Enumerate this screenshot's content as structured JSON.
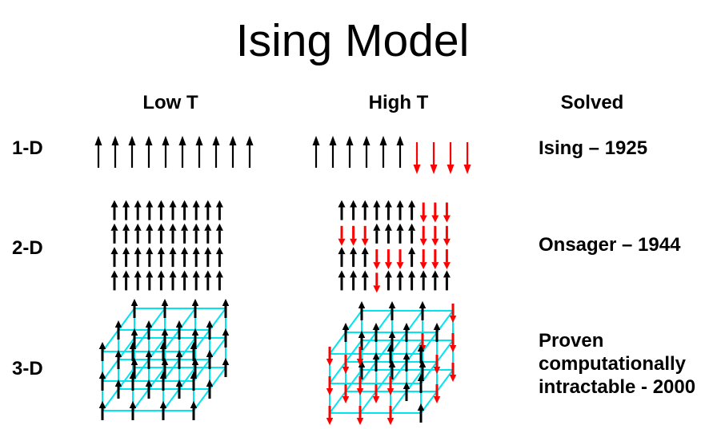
{
  "title": "Ising Model",
  "columns": {
    "low": "Low T",
    "high": "High T",
    "solved": "Solved"
  },
  "colors": {
    "spin_up": "#000000",
    "spin_down": "#ff0000",
    "lattice": "#00e5ee",
    "text": "#000000",
    "background": "#ffffff"
  },
  "legend": {
    "U": "black arrow pointing up (spin up)",
    "D": "red arrow pointing down (spin down)"
  },
  "rows": [
    {
      "label": "1-D",
      "solved": "Ising – 1925",
      "low": {
        "type": "1d",
        "pattern": "UUUUUUUUUU"
      },
      "high": {
        "type": "1d",
        "pattern": "UUUUUUDDDD"
      }
    },
    {
      "label": "2-D",
      "solved": "Onsager – 1944",
      "low": {
        "type": "2d",
        "rows": [
          "UUUUUUUUUU",
          "UUUUUUUUUU",
          "UUUUUUUUUU",
          "UUUUUUUUUU"
        ]
      },
      "high": {
        "type": "2d",
        "rows": [
          "UUUUUUUDDD",
          "DDDUUUUDDD",
          "UUUDDDUDDD",
          "UUUDUUUUUU"
        ]
      }
    },
    {
      "label": "3-D",
      "solved": "Proven computationally intractable - 2000",
      "low": {
        "type": "3d",
        "layers": [
          {
            "name": "back",
            "rows": [
              "UUUU",
              "UUUU",
              "UUUU"
            ]
          },
          {
            "name": "middle",
            "rows": [
              "UUUU",
              "UUUU",
              "UUUU"
            ]
          },
          {
            "name": "front",
            "rows": [
              "UUUU",
              "UUUU",
              "UUUU"
            ]
          }
        ]
      },
      "high": {
        "type": "3d",
        "layers": [
          {
            "name": "back",
            "rows": [
              "UUUD",
              "UUDD",
              "UUUD"
            ]
          },
          {
            "name": "middle",
            "rows": [
              "UUUU",
              "DUUD",
              "DDUD"
            ]
          },
          {
            "name": "front",
            "rows": [
              "DDUU",
              "DDDU",
              "DDDU"
            ]
          }
        ]
      }
    }
  ]
}
